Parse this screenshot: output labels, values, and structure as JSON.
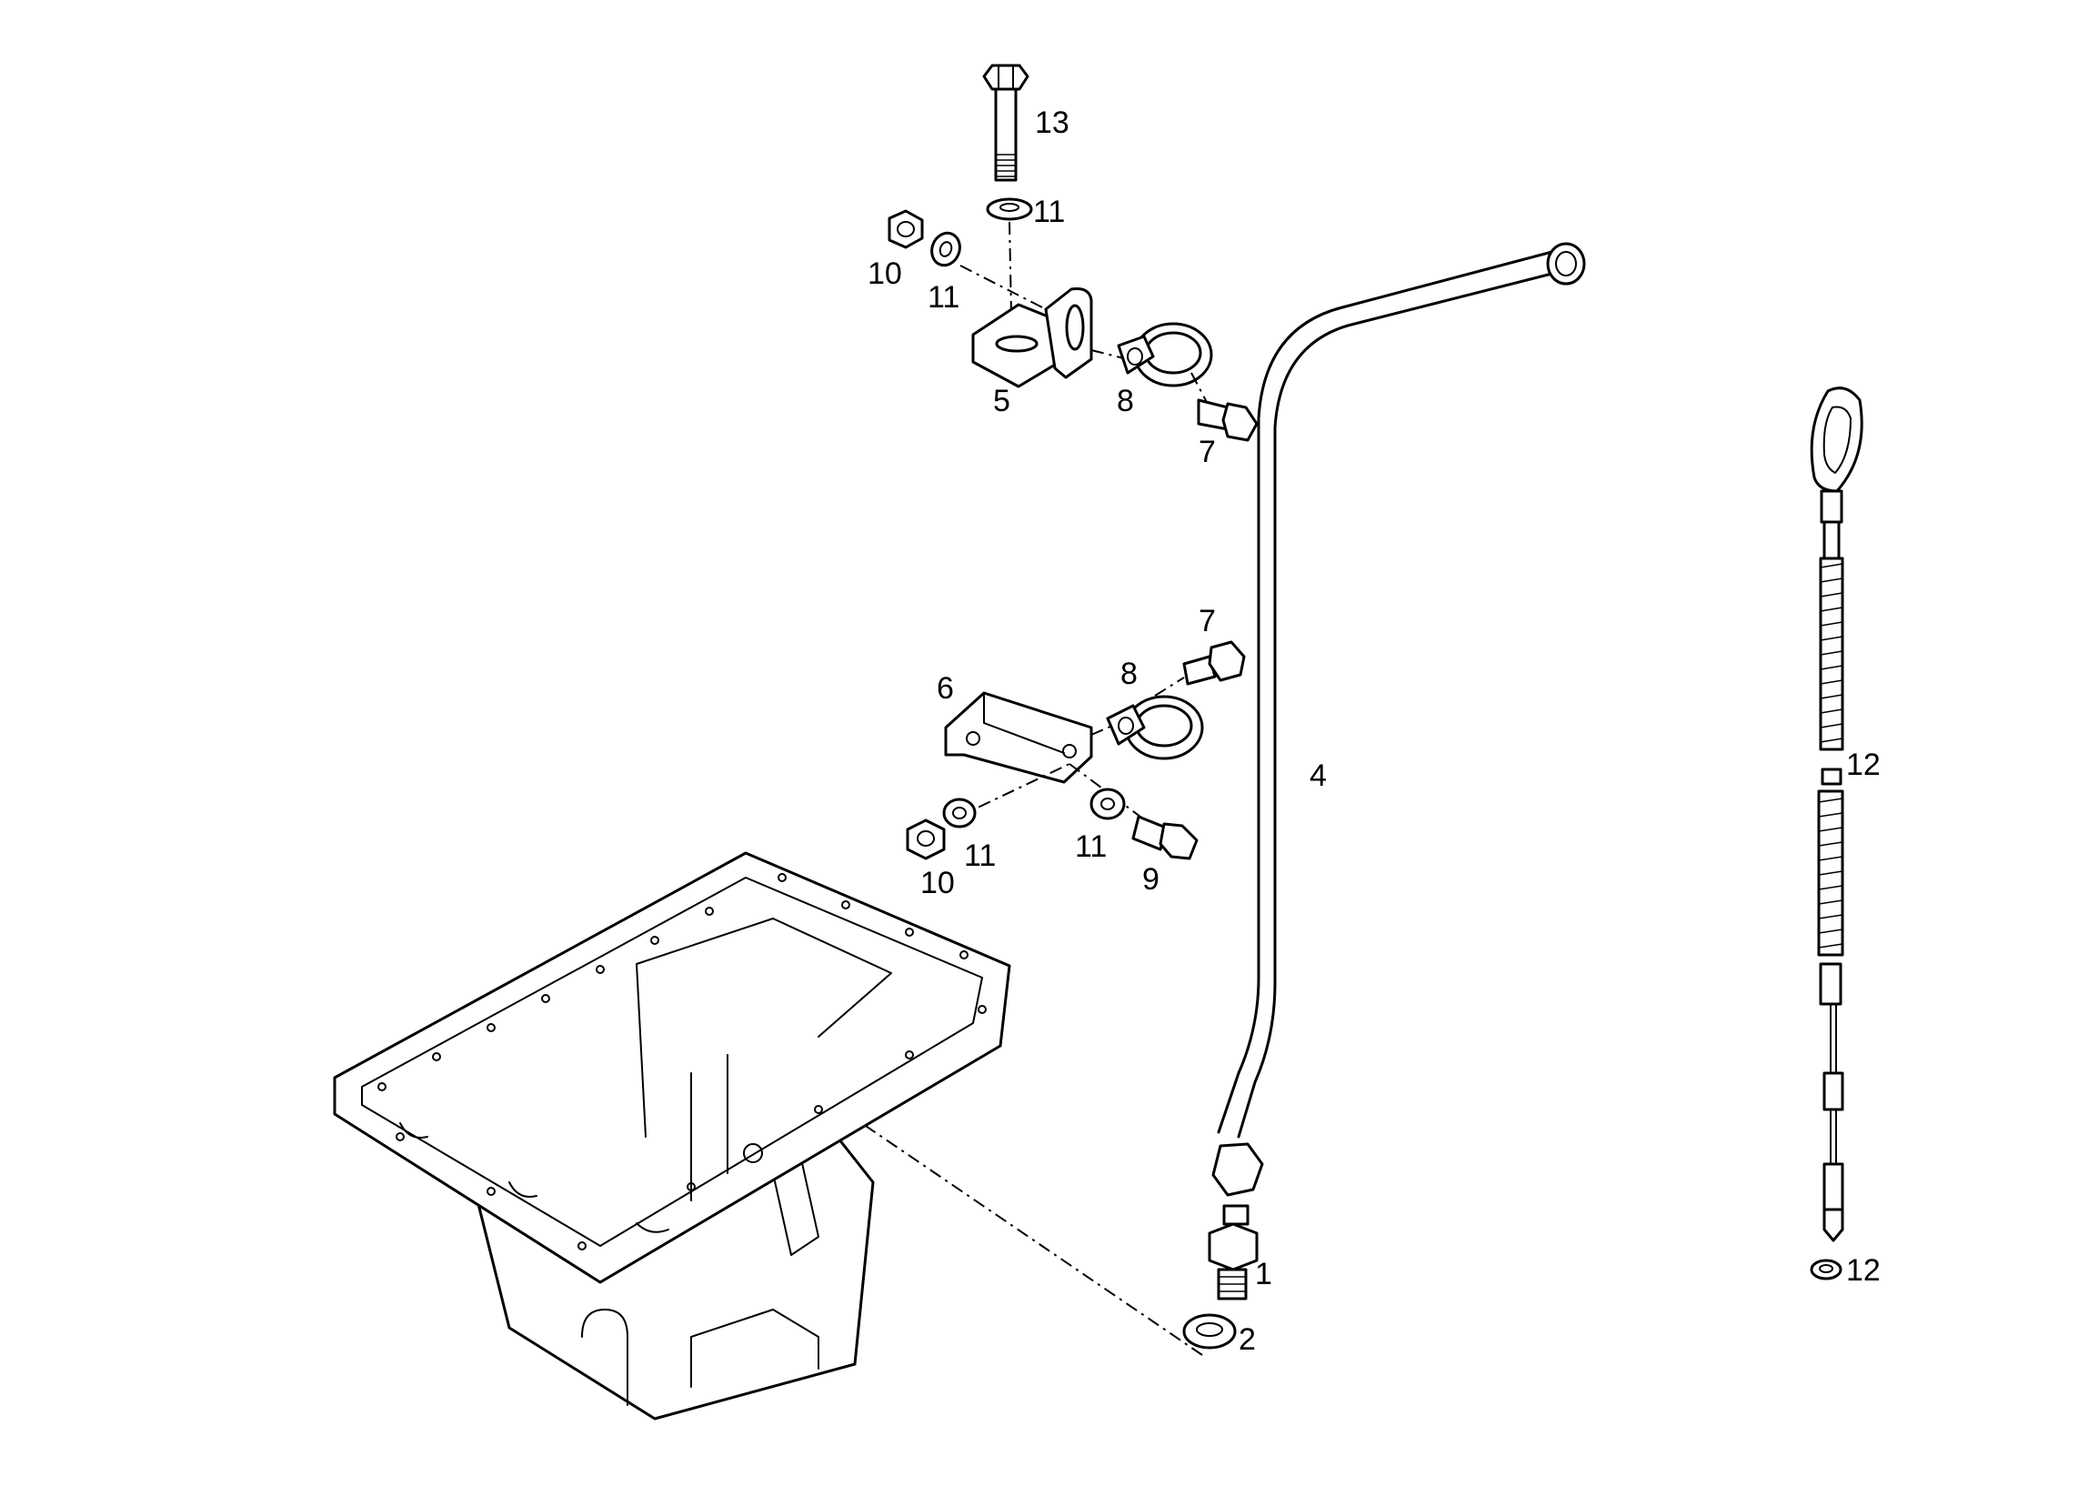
{
  "callouts": {
    "c1": "1",
    "c2": "2",
    "c4": "4",
    "c5": "5",
    "c6": "6",
    "c7a": "7",
    "c7b": "7",
    "c8a": "8",
    "c8b": "8",
    "c9": "9",
    "c10a": "10",
    "c10b": "10",
    "c11a": "11",
    "c11b": "11",
    "c11c": "11",
    "c11d": "11",
    "c12a": "12",
    "c12b": "12",
    "c13": "13"
  }
}
